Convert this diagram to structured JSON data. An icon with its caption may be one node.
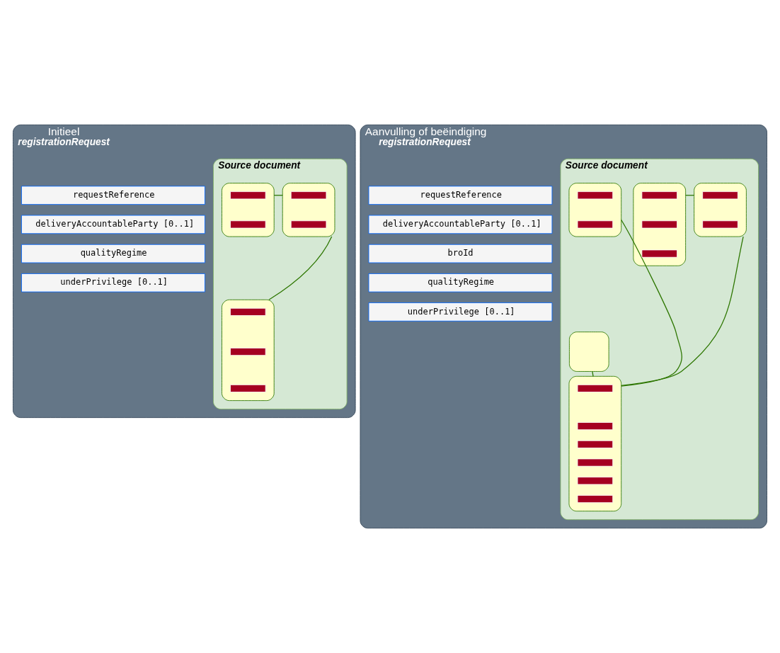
{
  "diagram": {
    "nodes": [
      {
        "text": [
          "Initieel",
          "registrationRequest"
        ]
      },
      {
        "text": [
          "requestReference"
        ],
        "in": 0
      },
      {
        "text": [
          "deliveryAccountableParty [0..1]"
        ],
        "in": 0
      },
      {
        "text": [
          "qualityRegime"
        ],
        "in": 0
      },
      {
        "text": [
          "underPrivilege [0..1]"
        ],
        "in": 0
      },
      {
        "text": [
          "Source document"
        ],
        "in": 0
      },
      {
        "text": [],
        "shape": "box",
        "in": 5
      },
      {
        "text": [],
        "shape": "bar",
        "in": 6
      },
      {
        "text": [],
        "shape": "bar",
        "in": 6
      },
      {
        "text": [],
        "shape": "bar",
        "in": 6
      },
      {
        "text": [],
        "shape": "box",
        "in": 5
      },
      {
        "text": [],
        "shape": "bar",
        "in": 10
      },
      {
        "text": [],
        "shape": "bar",
        "in": 10
      },
      {
        "text": [],
        "shape": "box",
        "in": 5
      },
      {
        "text": [],
        "shape": "bar",
        "in": 13
      },
      {
        "text": [],
        "shape": "bar",
        "in": 13
      },
      {
        "text": [
          "Aanvulling of beëindiging",
          "registrationRequest"
        ]
      },
      {
        "text": [
          "requestReference"
        ],
        "in": 16
      },
      {
        "text": [
          "deliveryAccountableParty [0..1]"
        ],
        "in": 16
      },
      {
        "text": [
          "broId"
        ],
        "in": 16
      },
      {
        "text": [
          "qualityRegime"
        ],
        "in": 16
      },
      {
        "text": [
          "underPrivilege [0..1]"
        ],
        "in": 16
      },
      {
        "text": [
          "Source document"
        ],
        "in": 16
      },
      {
        "text": [],
        "shape": "box",
        "in": 22
      },
      {
        "text": [],
        "shape": "box",
        "in": 22
      },
      {
        "text": [],
        "shape": "bar",
        "in": 24
      },
      {
        "text": [],
        "shape": "bar",
        "in": 24
      },
      {
        "text": [],
        "shape": "bar",
        "in": 24
      },
      {
        "text": [],
        "shape": "bar",
        "in": 24
      },
      {
        "text": [],
        "shape": "bar",
        "in": 24
      },
      {
        "text": [],
        "shape": "bar",
        "in": 24
      },
      {
        "text": [],
        "shape": "box",
        "in": 22
      },
      {
        "text": [],
        "shape": "bar",
        "in": 31
      },
      {
        "text": [],
        "shape": "bar",
        "in": 31
      },
      {
        "text": [],
        "shape": "box",
        "in": 22
      },
      {
        "text": [],
        "shape": "bar",
        "in": 34
      },
      {
        "text": [],
        "shape": "bar",
        "in": 34
      },
      {
        "text": [],
        "shape": "bar",
        "in": 34
      },
      {
        "text": [],
        "shape": "box",
        "in": 22
      },
      {
        "text": [],
        "shape": "bar",
        "in": 38
      },
      {
        "text": [],
        "shape": "bar",
        "in": 38
      }
    ],
    "edges": [
      {
        "from": 6,
        "to": 10,
        "arrow": "none"
      },
      {
        "from": 10,
        "to": 13,
        "arrow": "none"
      },
      {
        "from": 23,
        "to": 24,
        "arrow": "none"
      },
      {
        "from": 24,
        "to": 31,
        "arrow": "none"
      },
      {
        "from": 31,
        "to": 34,
        "arrow": "none"
      },
      {
        "from": 24,
        "to": 38,
        "arrow": "none"
      }
    ]
  }
}
